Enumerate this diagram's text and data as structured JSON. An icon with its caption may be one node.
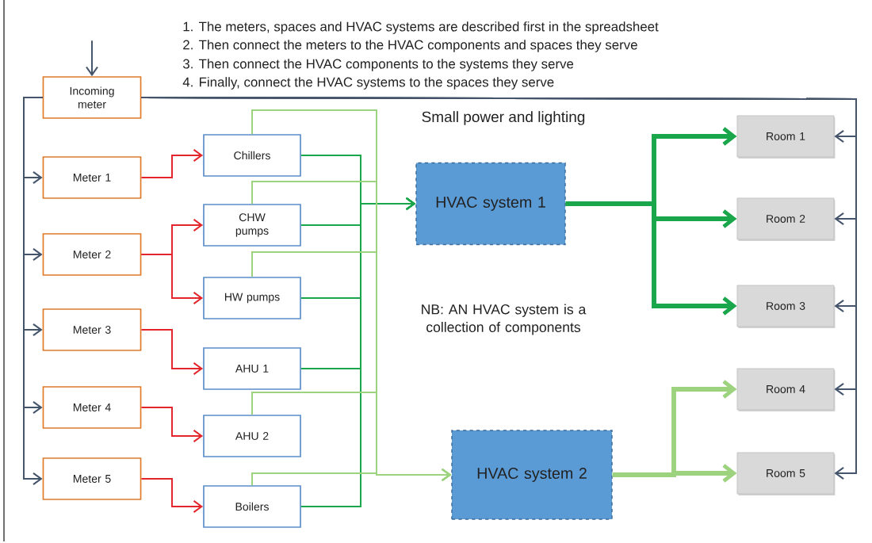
{
  "diagram": {
    "nodes": [
      {
        "text": [
          "Incoming meter"
        ]
      },
      {
        "text": [
          "Meter 1"
        ]
      },
      {
        "text": [
          "Meter 2"
        ]
      },
      {
        "text": [
          "Meter 3"
        ]
      },
      {
        "text": [
          "Meter 4"
        ]
      },
      {
        "text": [
          "Meter 5"
        ]
      },
      {
        "text": [
          "Chillers"
        ]
      },
      {
        "text": [
          "CHW pumps"
        ]
      },
      {
        "text": [
          "HW pumps"
        ]
      },
      {
        "text": [
          "AHU 1"
        ]
      },
      {
        "text": [
          "AHU 2"
        ]
      },
      {
        "text": [
          "Boilers"
        ]
      },
      {
        "text": [
          "HVAC system 1"
        ]
      },
      {
        "text": [
          "HVAC system 2"
        ]
      },
      {
        "text": [
          "Room 1"
        ]
      },
      {
        "text": [
          "Room 2"
        ]
      },
      {
        "text": [
          "Room 3"
        ]
      },
      {
        "text": [
          "Room 4"
        ]
      },
      {
        "text": [
          "Room 5"
        ]
      }
    ],
    "edges": [
      {
        "from": null,
        "to": 0,
        "arrow": "to"
      },
      {
        "from": 0,
        "to": 1,
        "arrow": "to"
      },
      {
        "from": 0,
        "to": 2,
        "arrow": "to"
      },
      {
        "from": 0,
        "to": 3,
        "arrow": "to"
      },
      {
        "from": 0,
        "to": 4,
        "arrow": "to"
      },
      {
        "from": 0,
        "to": 5,
        "arrow": "to"
      },
      {
        "from": 0,
        "to": 14,
        "arrow": "to"
      },
      {
        "from": 0,
        "to": 15,
        "arrow": "to"
      },
      {
        "from": 0,
        "to": 16,
        "arrow": "to"
      },
      {
        "from": 0,
        "to": 17,
        "arrow": "to"
      },
      {
        "from": 0,
        "to": 18,
        "arrow": "to"
      },
      {
        "from": 1,
        "to": 6,
        "arrow": "to",
        "color": "#e3262b"
      },
      {
        "from": 2,
        "to": 7,
        "arrow": "to",
        "color": "#e3262b"
      },
      {
        "from": 2,
        "to": 8,
        "arrow": "to",
        "color": "#e3262b"
      },
      {
        "from": 3,
        "to": 9,
        "arrow": "to",
        "color": "#e3262b"
      },
      {
        "from": 4,
        "to": 10,
        "arrow": "to",
        "color": "#e3262b"
      },
      {
        "from": 5,
        "to": 11,
        "arrow": "to",
        "color": "#e3262b"
      },
      {
        "from": 6,
        "to": 12,
        "arrow": "to",
        "color": "#1aa64a"
      },
      {
        "from": 7,
        "to": 12,
        "arrow": "to",
        "color": "#1aa64a"
      },
      {
        "from": 8,
        "to": 12,
        "arrow": "to",
        "color": "#1aa64a"
      },
      {
        "from": 9,
        "to": 12,
        "arrow": "to",
        "color": "#1aa64a"
      },
      {
        "from": 11,
        "to": 12,
        "arrow": "to",
        "color": "#1aa64a"
      },
      {
        "from": 6,
        "to": 13,
        "arrow": "to",
        "color": "#9dd37e"
      },
      {
        "from": 7,
        "to": 13,
        "arrow": "to",
        "color": "#9dd37e"
      },
      {
        "from": 8,
        "to": 13,
        "arrow": "to",
        "color": "#9dd37e"
      },
      {
        "from": 10,
        "to": 13,
        "arrow": "to",
        "color": "#9dd37e"
      },
      {
        "from": 11,
        "to": 13,
        "arrow": "to",
        "color": "#9dd37e"
      },
      {
        "from": 12,
        "to": 14,
        "arrow": "to",
        "style": "thick",
        "color": "#1aa64a"
      },
      {
        "from": 12,
        "to": 15,
        "arrow": "to",
        "style": "thick",
        "color": "#1aa64a"
      },
      {
        "from": 12,
        "to": 16,
        "arrow": "to",
        "style": "thick",
        "color": "#1aa64a"
      },
      {
        "from": 13,
        "to": 17,
        "arrow": "to",
        "style": "thick",
        "color": "#9dd37e"
      },
      {
        "from": 13,
        "to": 18,
        "arrow": "to",
        "style": "thick",
        "color": "#9dd37e"
      }
    ],
    "labels": [
      "1. The meters, spaces and HVAC systems are described first in the spreadsheet",
      "2. Then connect the meters to the HVAC components and spaces they serve",
      "3. Then connect the HVAC components to the systems they serve",
      "4. Finally, connect the HVAC systems to the spaces they serve",
      "Small power and lighting",
      "NB: AN HVAC system is a collection of components"
    ]
  }
}
